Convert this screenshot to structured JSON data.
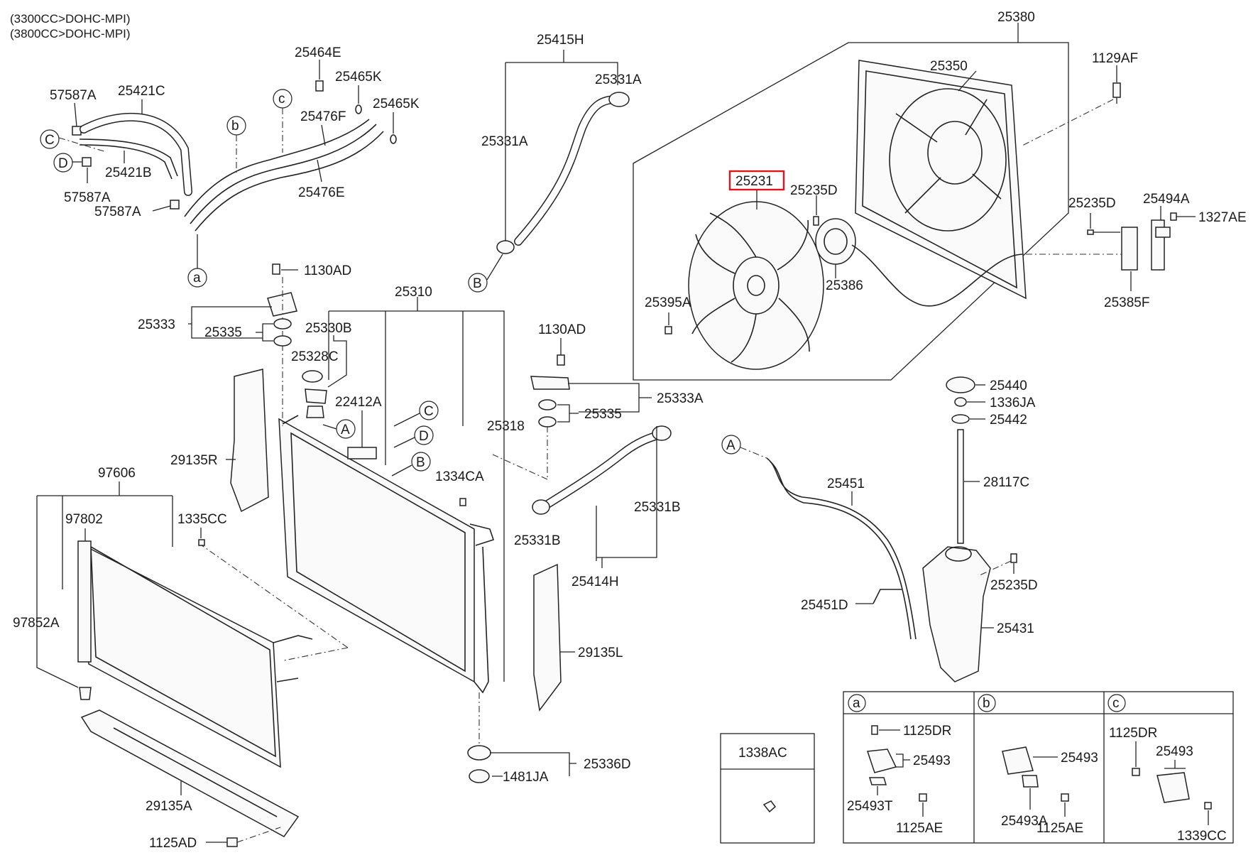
{
  "engine_notes": [
    "(3300CC>DOHC-MPI)",
    "(3800CC>DOHC-MPI)"
  ],
  "highlighted_part": "25231",
  "callouts": [
    "A",
    "B",
    "C",
    "D",
    "a",
    "b",
    "c"
  ],
  "part_labels": {
    "p25380": "25380",
    "p25350": "25350",
    "p1129AF": "1129AF",
    "p25231": "25231",
    "p25235D_fan": "25235D",
    "p25395A": "25395A",
    "p25386": "25386",
    "p25235D_conn": "25235D",
    "p25494A": "25494A",
    "p1327AE": "1327AE",
    "p25385F": "25385F",
    "p25415H": "25415H",
    "p25331A_top": "25331A",
    "p25331A_left": "25331A",
    "p25464E": "25464E",
    "p25465K_1": "25465K",
    "p25465K_2": "25465K",
    "p25476F": "25476F",
    "p25476E": "25476E",
    "p57587A_1": "57587A",
    "p25421C": "25421C",
    "p25421B": "25421B",
    "p57587A_2": "57587A",
    "p57587A_3": "57587A",
    "p1130AD_left": "1130AD",
    "p25333": "25333",
    "p25335_left": "25335",
    "p25330B": "25330B",
    "p25328C": "25328C",
    "p25310": "25310",
    "p22412A": "22412A",
    "p25318": "25318",
    "p1334CA": "1334CA",
    "p1130AD_right": "1130AD",
    "p25333A": "25333A",
    "p25335_right": "25335",
    "p25331B_right": "25331B",
    "p25331B_left": "25331B",
    "p25414H": "25414H",
    "p29135R": "29135R",
    "p97606": "97606",
    "p97802": "97802",
    "p1335CC": "1335CC",
    "p97852A": "97852A",
    "p29135L": "29135L",
    "p25336D": "25336D",
    "p1481JA": "1481JA",
    "p29135A": "29135A",
    "p1125AD": "1125AD",
    "p25440": "25440",
    "p1336JA": "1336JA",
    "p25442": "25442",
    "p28117C": "28117C",
    "p25451": "25451",
    "p25451D": "25451D",
    "p25235D_tank": "25235D",
    "p25431": "25431"
  },
  "detail_box": {
    "title": "1338AC"
  },
  "inset_table": {
    "a": {
      "label": "a",
      "parts": [
        "1125DR",
        "25493",
        "25493T",
        "1125AE"
      ]
    },
    "b": {
      "label": "b",
      "parts": [
        "25493",
        "25493A",
        "1125AE"
      ]
    },
    "c": {
      "label": "c",
      "parts": [
        "1125DR",
        "25493",
        "1339CC"
      ]
    }
  }
}
